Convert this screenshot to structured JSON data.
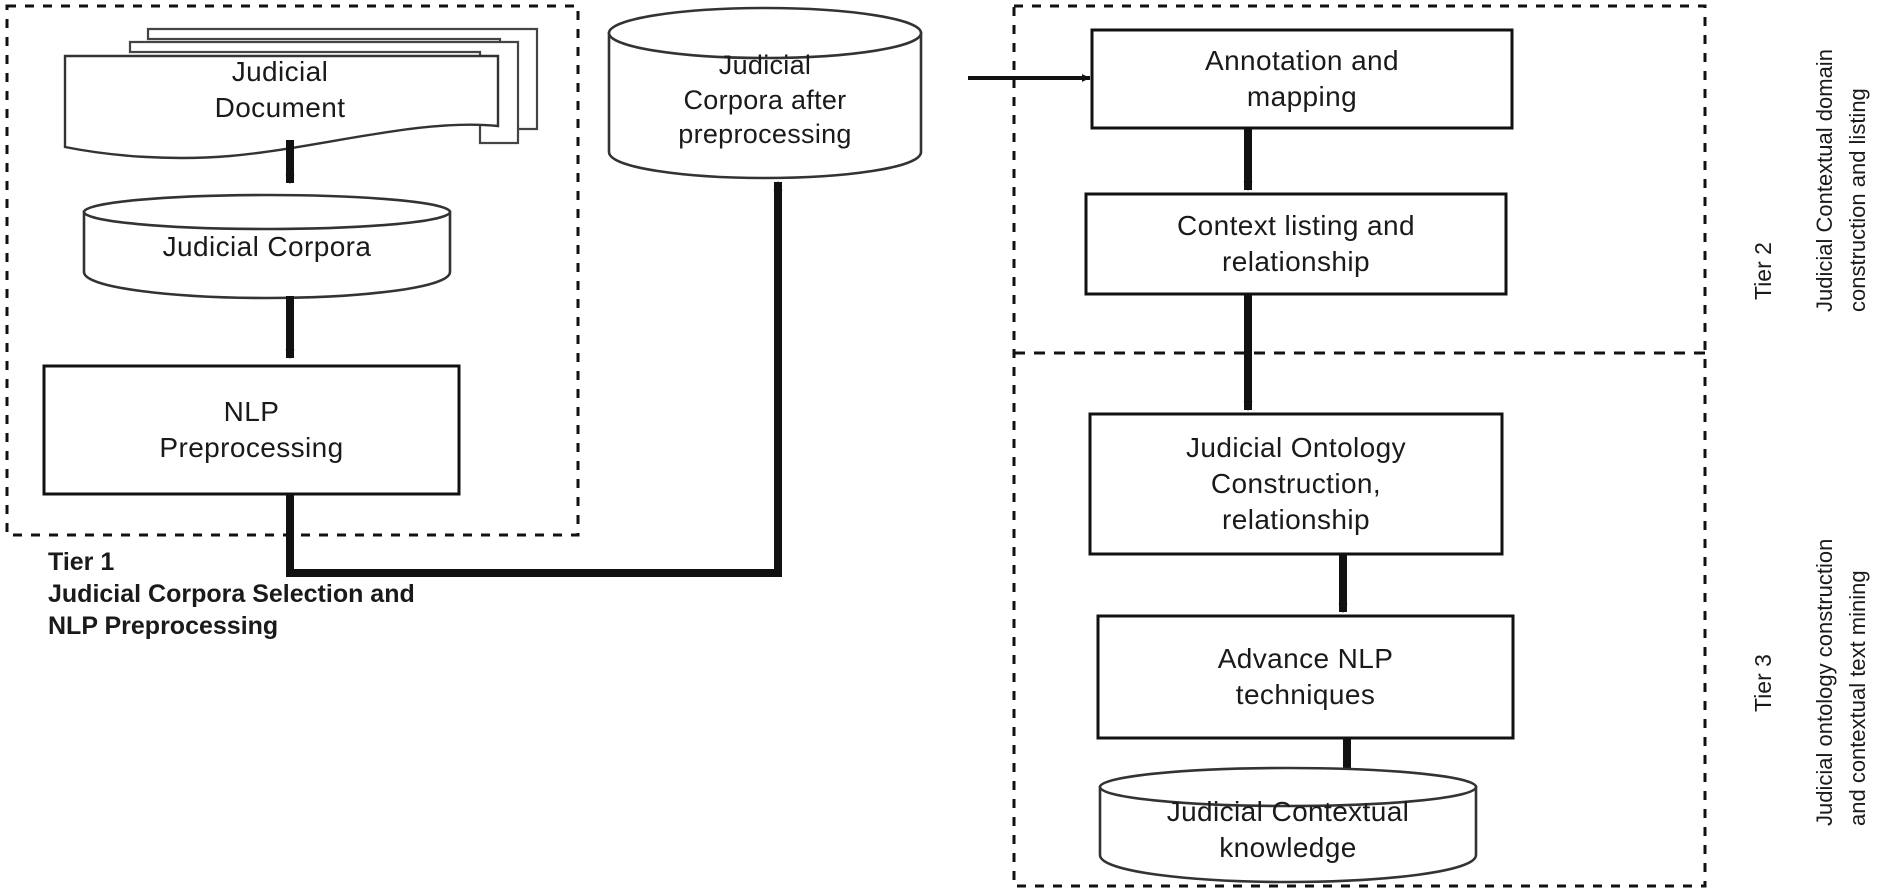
{
  "diagram": {
    "title": "Three-tier judicial contextual knowledge framework",
    "background_color": "#ffffff",
    "line_color": "#1a1a1a"
  },
  "tier1": {
    "boundary": "dashed",
    "caption": "Tier 1\nJudicial Corpora  Selection and\nNLP Preprocessing",
    "caption_line1": "Tier 1",
    "caption_line2": "Judicial Corpora  Selection and",
    "caption_line3": "NLP Preprocessing",
    "nodes": [
      {
        "id": "judicial-document",
        "shape": "document-stack",
        "label": "Judicial\nDocument"
      },
      {
        "id": "judicial-corpora",
        "shape": "cylinder",
        "label": "Judicial Corpora"
      },
      {
        "id": "nlp-preprocessing",
        "shape": "rectangle",
        "label": "NLP\nPreprocessing"
      }
    ]
  },
  "middle": {
    "nodes": [
      {
        "id": "judicial-corpora-after-preprocessing",
        "shape": "cylinder",
        "label": "Judicial\nCorpora after\npreprocessing"
      }
    ]
  },
  "tier2": {
    "boundary": "dashed",
    "vertical_label_tier": "Tier 2",
    "vertical_label_text": "Judicial Contextual domain\nconstruction and listing",
    "vertical_label_line1": "Judicial Contextual domain",
    "vertical_label_line2": "construction and listing",
    "nodes": [
      {
        "id": "annotation-and-mapping",
        "shape": "rectangle",
        "label": "Annotation and\nmapping"
      },
      {
        "id": "context-listing-and-relationship",
        "shape": "rectangle",
        "label": "Context listing and\nrelationship"
      }
    ]
  },
  "tier3": {
    "boundary": "dashed",
    "vertical_label_tier": "Tier 3",
    "vertical_label_text": "Judicial ontology construction\nand contextual text mining",
    "vertical_label_line1": "Judicial ontology construction",
    "vertical_label_line2": "and contextual text mining",
    "nodes": [
      {
        "id": "judicial-ontology-construction",
        "shape": "rectangle",
        "label": "Judicial Ontology\nConstruction,\nrelationship"
      },
      {
        "id": "advance-nlp-techniques",
        "shape": "rectangle",
        "label": "Advance NLP\ntechniques"
      },
      {
        "id": "judicial-contextual-knowledge",
        "shape": "cylinder",
        "label": "Judicial  Contextual\nknowledge"
      }
    ]
  },
  "edges": [
    {
      "id": "doc-to-corpora",
      "from": "judicial-document",
      "to": "judicial-corpora",
      "style": "solid-arrow",
      "direction": "down"
    },
    {
      "id": "corpora-to-nlp",
      "from": "judicial-corpora",
      "to": "nlp-preprocessing",
      "style": "solid-arrow",
      "direction": "down"
    },
    {
      "id": "nlp-to-corpora-after",
      "from": "nlp-preprocessing",
      "to": "judicial-corpora-after-preprocessing",
      "style": "solid-arrow",
      "direction": "up-elbow"
    },
    {
      "id": "corpora-after-to-annotation",
      "from": "judicial-corpora-after-preprocessing",
      "to": "annotation-and-mapping",
      "style": "solid-arrow",
      "direction": "right"
    },
    {
      "id": "annotation-to-context",
      "from": "annotation-and-mapping",
      "to": "context-listing-and-relationship",
      "style": "solid-arrow",
      "direction": "down"
    },
    {
      "id": "context-to-ontology",
      "from": "context-listing-and-relationship",
      "to": "judicial-ontology-construction",
      "style": "solid-arrow",
      "direction": "down"
    },
    {
      "id": "ontology-to-advance-nlp",
      "from": "judicial-ontology-construction",
      "to": "advance-nlp-techniques",
      "style": "solid-arrow",
      "direction": "down"
    },
    {
      "id": "advance-nlp-to-knowledge",
      "from": "advance-nlp-techniques",
      "to": "judicial-contextual-knowledge",
      "style": "solid-arrow",
      "direction": "down"
    }
  ]
}
